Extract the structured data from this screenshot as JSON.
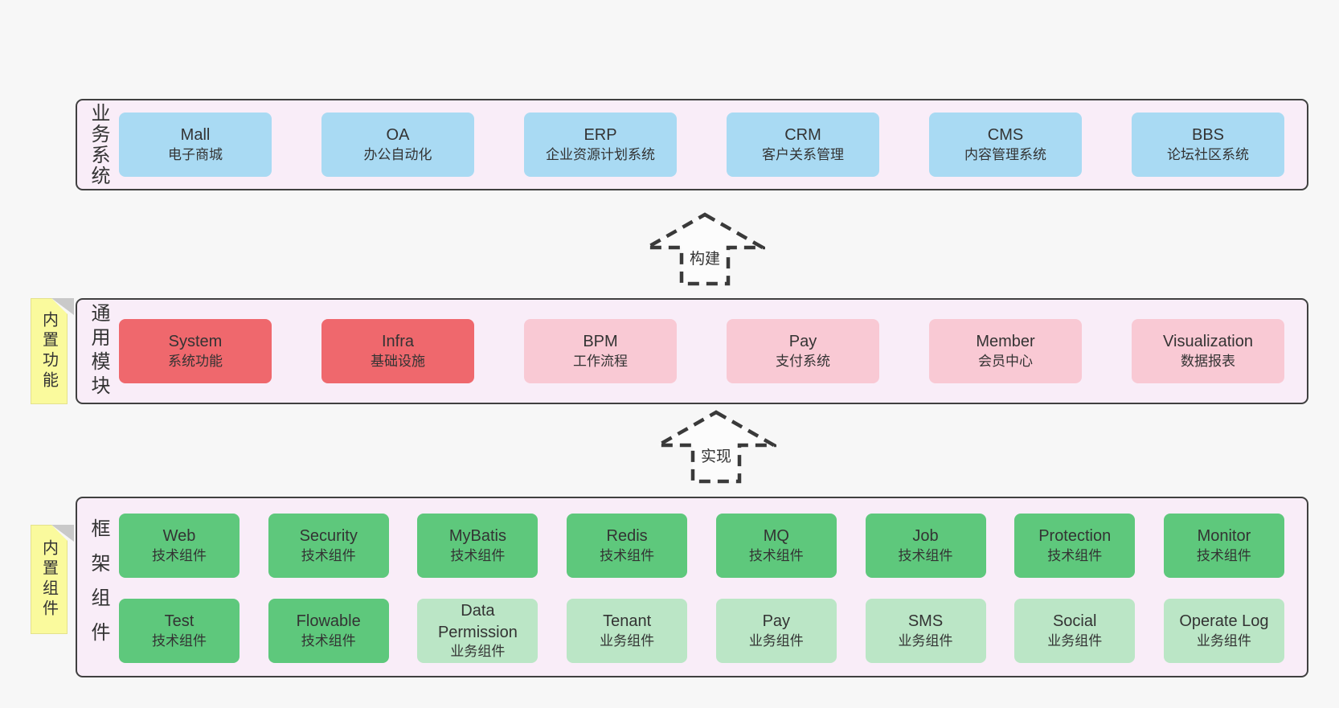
{
  "palette": {
    "page_bg": "#f7f7f7",
    "band_bg": "#f9edf8",
    "band_border": "#404040",
    "blue_box": "#a9daf3",
    "red_box": "#ef686d",
    "pink_box": "#f9c9d4",
    "green_box": "#5ec87c",
    "light_green_box": "#bbe6c6",
    "sticky_yellow": "#fafa9d",
    "fold_gray": "#c9c9c9",
    "text": "#333333"
  },
  "bands": [
    {
      "label": "业务系统",
      "boxes": [
        {
          "title": "Mall",
          "subtitle": "电子商城"
        },
        {
          "title": "OA",
          "subtitle": "办公自动化"
        },
        {
          "title": "ERP",
          "subtitle": "企业资源计划系统"
        },
        {
          "title": "CRM",
          "subtitle": "客户关系管理"
        },
        {
          "title": "CMS",
          "subtitle": "内容管理系统"
        },
        {
          "title": "BBS",
          "subtitle": "论坛社区系统"
        }
      ]
    },
    {
      "label": "通用模块",
      "sticky": "内置功能",
      "boxes": [
        {
          "title": "System",
          "subtitle": "系统功能"
        },
        {
          "title": "Infra",
          "subtitle": "基础设施"
        },
        {
          "title": "BPM",
          "subtitle": "工作流程"
        },
        {
          "title": "Pay",
          "subtitle": "支付系统"
        },
        {
          "title": "Member",
          "subtitle": "会员中心"
        },
        {
          "title": "Visualization",
          "subtitle": "数据报表"
        }
      ]
    },
    {
      "label": "框架组件",
      "sticky": "内置组件",
      "rows": [
        [
          {
            "title": "Web",
            "subtitle": "技术组件"
          },
          {
            "title": "Security",
            "subtitle": "技术组件"
          },
          {
            "title": "MyBatis",
            "subtitle": "技术组件"
          },
          {
            "title": "Redis",
            "subtitle": "技术组件"
          },
          {
            "title": "MQ",
            "subtitle": "技术组件"
          },
          {
            "title": "Job",
            "subtitle": "技术组件"
          },
          {
            "title": "Protection",
            "subtitle": "技术组件"
          },
          {
            "title": "Monitor",
            "subtitle": "技术组件"
          }
        ],
        [
          {
            "title": "Test",
            "subtitle": "技术组件"
          },
          {
            "title": "Flowable",
            "subtitle": "技术组件"
          },
          {
            "title": "Data Permission",
            "subtitle": "业务组件"
          },
          {
            "title": "Tenant",
            "subtitle": "业务组件"
          },
          {
            "title": "Pay",
            "subtitle": "业务组件"
          },
          {
            "title": "SMS",
            "subtitle": "业务组件"
          },
          {
            "title": "Social",
            "subtitle": "业务组件"
          },
          {
            "title": "Operate Log",
            "subtitle": "业务组件"
          }
        ]
      ]
    }
  ],
  "arrows": [
    {
      "label": "构建"
    },
    {
      "label": "实现"
    }
  ]
}
